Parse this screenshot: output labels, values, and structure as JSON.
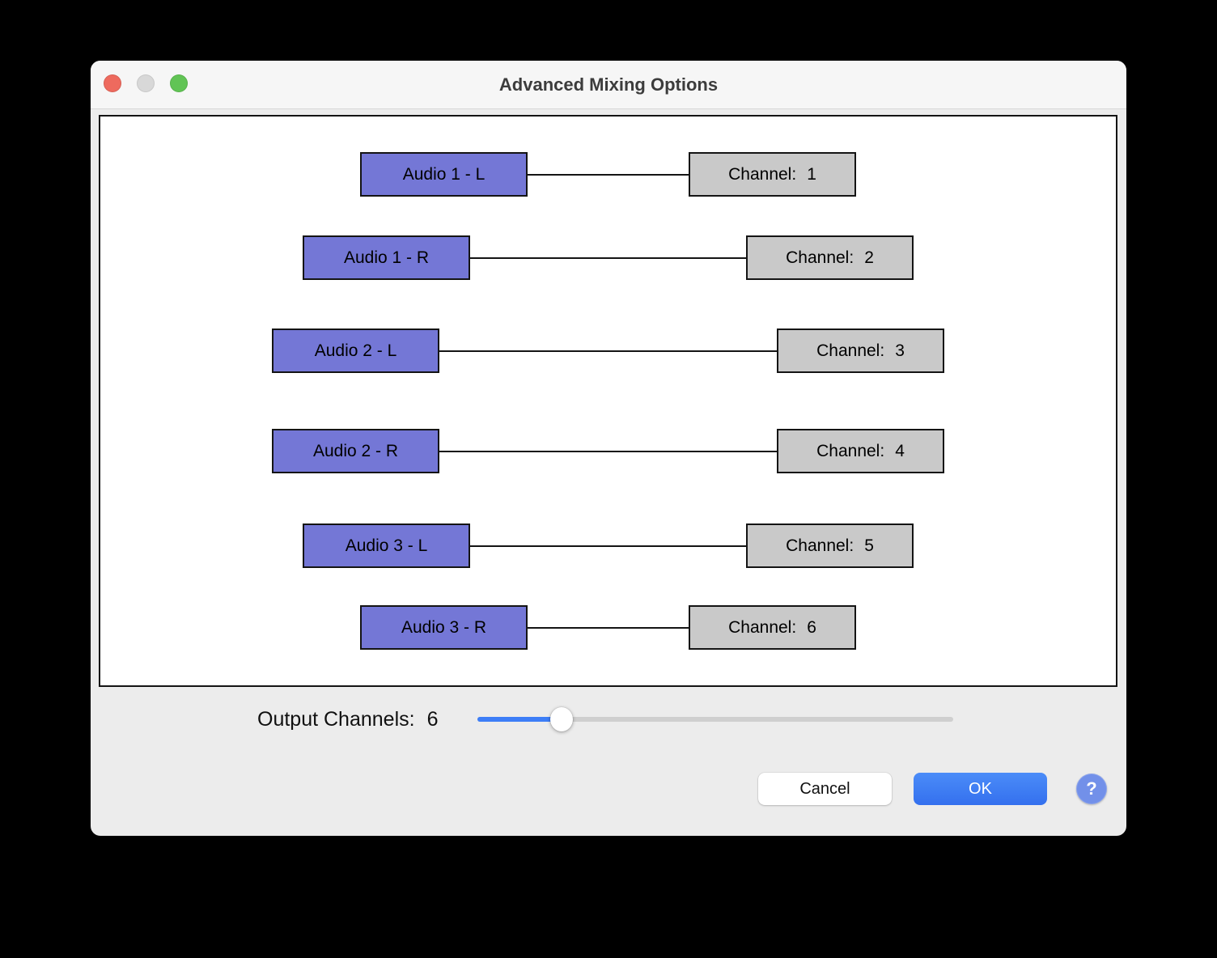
{
  "window": {
    "title": "Advanced Mixing Options"
  },
  "mixer": {
    "rows": [
      {
        "audio_label": "Audio 1 - L",
        "channel_label": "Channel:",
        "channel_value": "1"
      },
      {
        "audio_label": "Audio 1 - R",
        "channel_label": "Channel:",
        "channel_value": "2"
      },
      {
        "audio_label": "Audio 2 - L",
        "channel_label": "Channel:",
        "channel_value": "3"
      },
      {
        "audio_label": "Audio 2 - R",
        "channel_label": "Channel:",
        "channel_value": "4"
      },
      {
        "audio_label": "Audio 3 - L",
        "channel_label": "Channel:",
        "channel_value": "5"
      },
      {
        "audio_label": "Audio 3 - R",
        "channel_label": "Channel:",
        "channel_value": "6"
      }
    ]
  },
  "output_channels": {
    "label": "Output Channels:",
    "value": "6",
    "slider_fraction": 0.18
  },
  "buttons": {
    "cancel": "Cancel",
    "ok": "OK",
    "help": "?"
  },
  "colors": {
    "audio_box": "#7477d6",
    "channel_box": "#c9c9c9",
    "slider_accent": "#3d7ef7",
    "ok_button": "#3d7ef7",
    "help_button": "#7290e9",
    "traffic_close": "#ee6a5e",
    "traffic_minimize": "#d8d8d8",
    "traffic_zoom": "#61c455",
    "canvas_background": "#ffffff",
    "window_background": "#ececec"
  }
}
